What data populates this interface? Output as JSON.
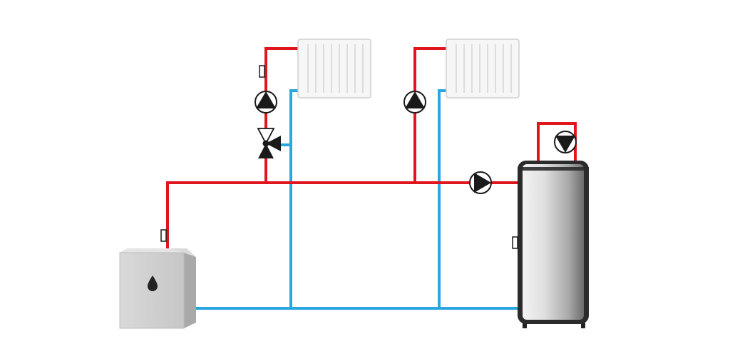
{
  "diagram": {
    "components": {
      "boiler": "oil-boiler",
      "radiators": [
        "radiator-1",
        "radiator-2"
      ],
      "pumps": [
        "heating-circuit-pump-1",
        "heating-circuit-pump-2",
        "cylinder-charge-pump",
        "circulation-pump"
      ],
      "mixing_valve": "three-way-mixing-valve",
      "cylinder": "hot-water-cylinder",
      "sensors": [
        "flow-sensor",
        "boiler-sensor",
        "cylinder-sensor"
      ]
    },
    "colors": {
      "flow": "#e0161e",
      "return": "#2aa7df",
      "symbol": "#1a1a1a",
      "radiator": "#f5f5f5",
      "boiler": "#cfcfcf",
      "cylinder": "#b8b8b8"
    },
    "icons": [
      "oil-drop-icon",
      "pump-icon",
      "valve-icon",
      "sensor-icon"
    ]
  }
}
